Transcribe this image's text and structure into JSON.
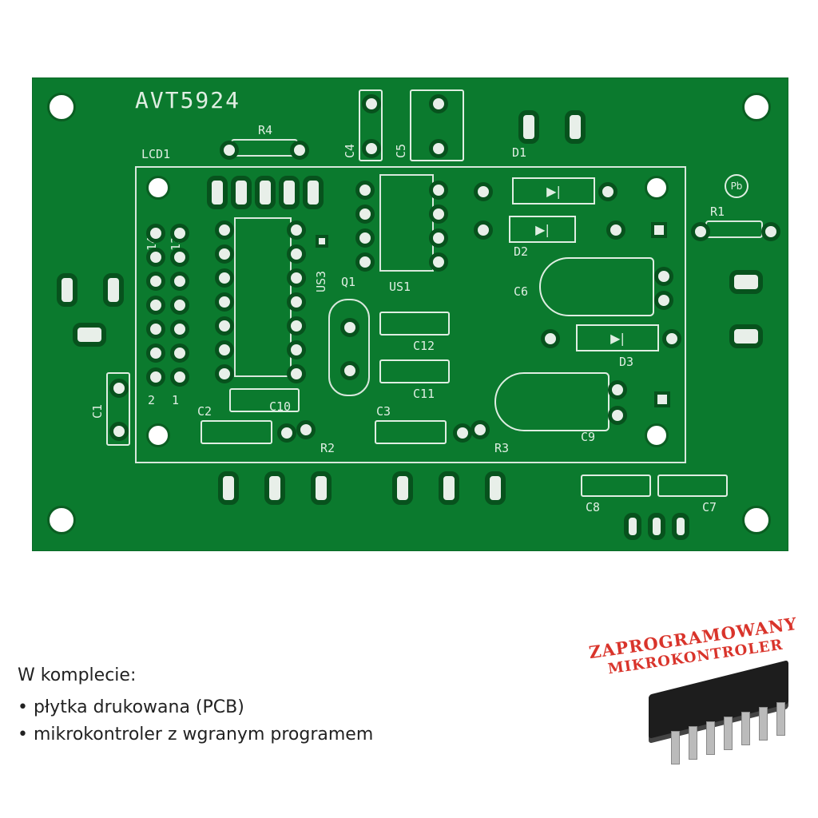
{
  "pcb": {
    "board_name": "AVT5924",
    "lead_free_mark": "Pb",
    "labels": {
      "lcd1": "LCD1",
      "r4": "R4",
      "c4": "C4",
      "c5": "C5",
      "d1": "D1",
      "r1": "R1",
      "d2": "D2",
      "us3": "US3",
      "q1": "Q1",
      "us1": "US1",
      "c6": "C6",
      "d3": "D3",
      "c12": "C12",
      "c11": "C11",
      "c1": "C1",
      "c10": "C10",
      "c2": "C2",
      "c3": "C3",
      "r2": "R2",
      "r3": "R3",
      "c9": "C9",
      "c8": "C8",
      "c7": "C7",
      "pin14": "14",
      "pin13": "13",
      "pin2": "2",
      "pin1": "1"
    }
  },
  "kit": {
    "heading": "W komplecie:",
    "items": [
      "• płytka drukowana (PCB)",
      "• mikrokontroler z wgranym programem"
    ]
  },
  "stamp": {
    "line1": "ZAPROGRAMOWANY",
    "line2": "MIKROKONTROLER"
  },
  "colors": {
    "pcb": "#0b7a2e",
    "silkscreen": "#dfeee2",
    "stamp": "#d9342b"
  }
}
